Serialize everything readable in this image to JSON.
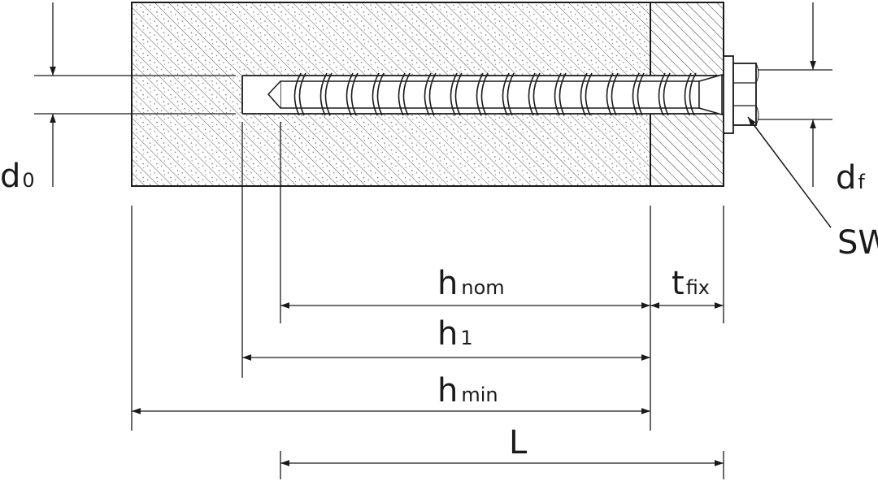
{
  "labels": {
    "d0": {
      "main": "d",
      "sub": "0"
    },
    "df": {
      "main": "d",
      "sub": "f"
    },
    "sw": "SW",
    "hnom": {
      "main": "h",
      "sub": "nom"
    },
    "tfix": {
      "main": "t",
      "sub": "fix"
    },
    "h1": {
      "main": "h",
      "sub": "1"
    },
    "hmin": {
      "main": "h",
      "sub": "min"
    },
    "L": "L"
  },
  "colors": {
    "line": "#1a1a1a",
    "hatch": "#333333",
    "dots": "#555555",
    "background": "#ffffff"
  }
}
